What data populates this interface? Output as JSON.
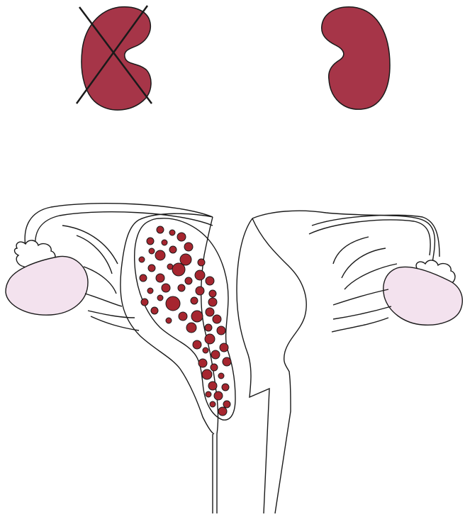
{
  "colors": {
    "kidney_fill": "#a63548",
    "ovary_fill": "#f3e2ee",
    "blood_fill": "#a6262f",
    "outline": "#1a1a1a",
    "background": "#ffffff"
  },
  "diagram": {
    "kidneys": [
      {
        "id": "left",
        "crossed_out": true
      },
      {
        "id": "right",
        "crossed_out": false
      }
    ],
    "uterus": {
      "type": "didelphys",
      "obstructed_side": "left",
      "obstructed_side_contents": "blood"
    },
    "icons": [
      "kidney-icon",
      "cross-mark-icon",
      "ovary-icon",
      "fallopian-tube-icon",
      "blood-clot-icon"
    ]
  }
}
